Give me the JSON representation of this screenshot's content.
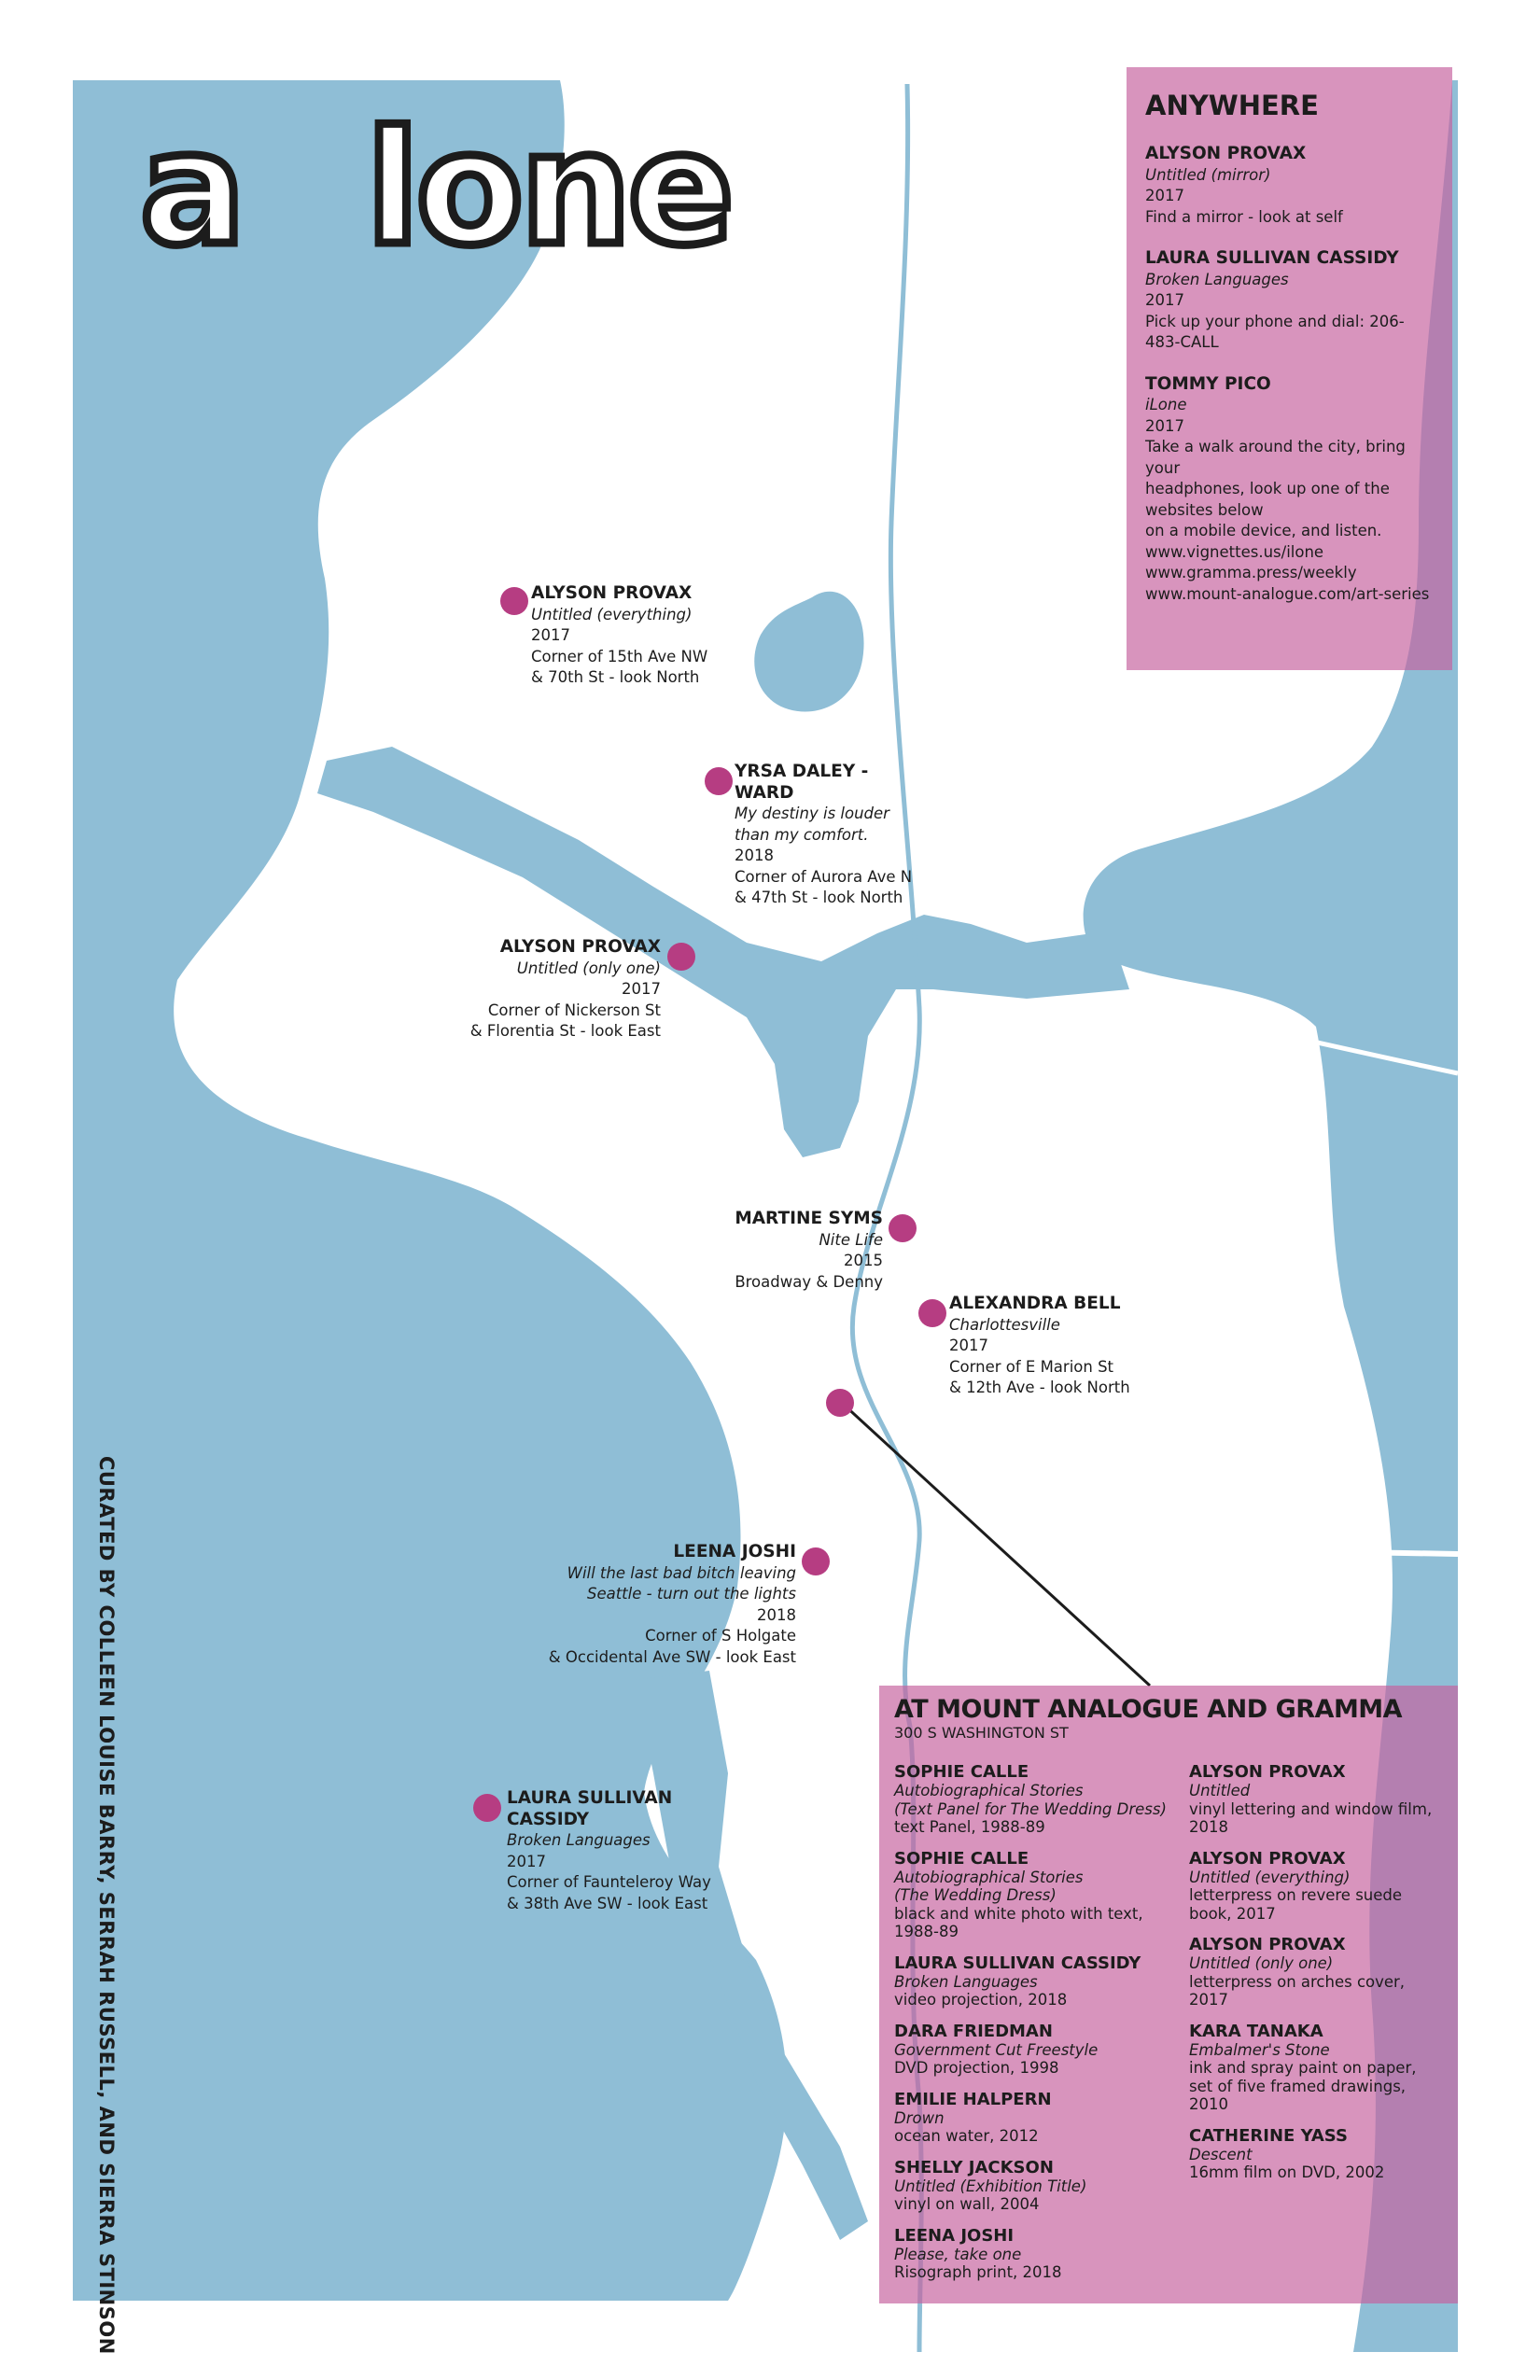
{
  "title_letters": [
    "a",
    "lone"
  ],
  "credit": "CURATED BY COLLEEN LOUISE BARRY, SERRAH RUSSELL, AND SIERRA STINSON",
  "colors": {
    "water": "#8fbed6",
    "land": "#ffffff",
    "marker": "#b63d82",
    "panel": "#c5629d",
    "text": "#1c1c1c"
  },
  "locations": [
    {
      "artist": "ALYSON PROVAX",
      "work": "Untitled (everything)",
      "year": "2017",
      "lines": [
        "Corner of 15th Ave NW",
        "& 70th St - look North"
      ]
    },
    {
      "artist": "YRSA DALEY - WARD",
      "work": "My destiny is louder than my comfort.",
      "year": "2018",
      "lines": [
        "Corner of Aurora Ave N",
        "& 47th St - look North"
      ]
    },
    {
      "artist": "ALYSON PROVAX",
      "work": "Untitled (only one)",
      "year": "2017",
      "lines": [
        "Corner of Nickerson St",
        "& Florentia St - look East"
      ]
    },
    {
      "artist": "MARTINE SYMS",
      "work": "Nite Life",
      "year": "2015",
      "lines": [
        "Broadway & Denny"
      ]
    },
    {
      "artist": "ALEXANDRA BELL",
      "work": "Charlottesville",
      "year": "2017",
      "lines": [
        "Corner of E Marion St",
        "& 12th Ave  - look North"
      ]
    },
    {
      "artist": "LEENA JOSHI",
      "work": "Will the last bad bitch leaving Seattle - turn out the lights",
      "year": "2018",
      "lines": [
        "Corner of  S Holgate",
        "& Occidental Ave SW - look East"
      ]
    },
    {
      "artist": "LAURA SULLIVAN CASSIDY",
      "work": "Broken Languages",
      "year": "2017",
      "lines": [
        "Corner of Faunteleroy Way",
        "& 38th Ave SW - look East"
      ]
    }
  ],
  "anywhere": {
    "heading": "ANYWHERE",
    "entries": [
      {
        "artist": "ALYSON PROVAX",
        "work": "Untitled (mirror)",
        "year": "2017",
        "lines": [
          "Find a mirror - look at self"
        ]
      },
      {
        "artist": "LAURA SULLIVAN CASSIDY",
        "work": "Broken Languages",
        "year": "2017",
        "lines": [
          "Pick up your phone and dial: 206-",
          "483-CALL"
        ]
      },
      {
        "artist": "TOMMY PICO",
        "work": "iLone",
        "year": "2017",
        "lines": [
          "Take a walk around the city,  bring",
          "your",
          "headphones, look up one of the",
          "websites below",
          "on a mobile device, and listen.",
          "www.vignettes.us/ilone",
          "www.gramma.press/weekly",
          "www.mount-analogue.com/art-series"
        ]
      }
    ]
  },
  "gallery": {
    "heading": "AT MOUNT ANALOGUE AND GRAMMA",
    "address": "300 S WASHINGTON ST",
    "left": [
      {
        "artist": "SOPHIE CALLE",
        "work": [
          "Autobiographical Stories",
          "(Text Panel for The Wedding Dress)"
        ],
        "lines": [
          "text Panel, 1988-89"
        ]
      },
      {
        "artist": "SOPHIE CALLE",
        "work": [
          "Autobiographical Stories",
          "(The Wedding Dress)"
        ],
        "lines": [
          "black and white photo with text,",
          "1988-89"
        ]
      },
      {
        "artist": "LAURA SULLIVAN CASSIDY",
        "work": [
          "Broken Languages"
        ],
        "lines": [
          "video projection, 2018"
        ]
      },
      {
        "artist": "DARA FRIEDMAN",
        "work": [
          "Government Cut Freestyle"
        ],
        "lines": [
          "DVD projection, 1998"
        ]
      },
      {
        "artist": "EMILIE HALPERN",
        "work": [
          "Drown"
        ],
        "lines": [
          "ocean water,  2012"
        ]
      },
      {
        "artist": "SHELLY JACKSON",
        "work": [
          "Untitled (Exhibition Title)"
        ],
        "lines": [
          "vinyl on wall, 2004"
        ]
      },
      {
        "artist": "LEENA JOSHI",
        "work": [
          "Please, take one"
        ],
        "lines": [
          "Risograph print, 2018"
        ]
      }
    ],
    "right": [
      {
        "artist": "ALYSON PROVAX",
        "work": [
          "Untitled"
        ],
        "lines": [
          "vinyl lettering and window film,",
          "2018"
        ]
      },
      {
        "artist": "ALYSON PROVAX",
        "work": [
          "Untitled (everything)"
        ],
        "lines": [
          "letterpress on revere suede",
          "book, 2017"
        ]
      },
      {
        "artist": "ALYSON PROVAX",
        "work": [
          "Untitled (only one)"
        ],
        "lines": [
          "letterpress on arches cover,",
          "2017"
        ]
      },
      {
        "artist": "KARA TANAKA",
        "work": [
          "Embalmer's Stone"
        ],
        "lines": [
          "ink and spray paint on paper,",
          "set of five framed drawings,",
          "2010"
        ]
      },
      {
        "artist": "CATHERINE YASS",
        "work": [
          "Descent"
        ],
        "lines": [
          "16mm film on DVD, 2002"
        ]
      }
    ]
  }
}
